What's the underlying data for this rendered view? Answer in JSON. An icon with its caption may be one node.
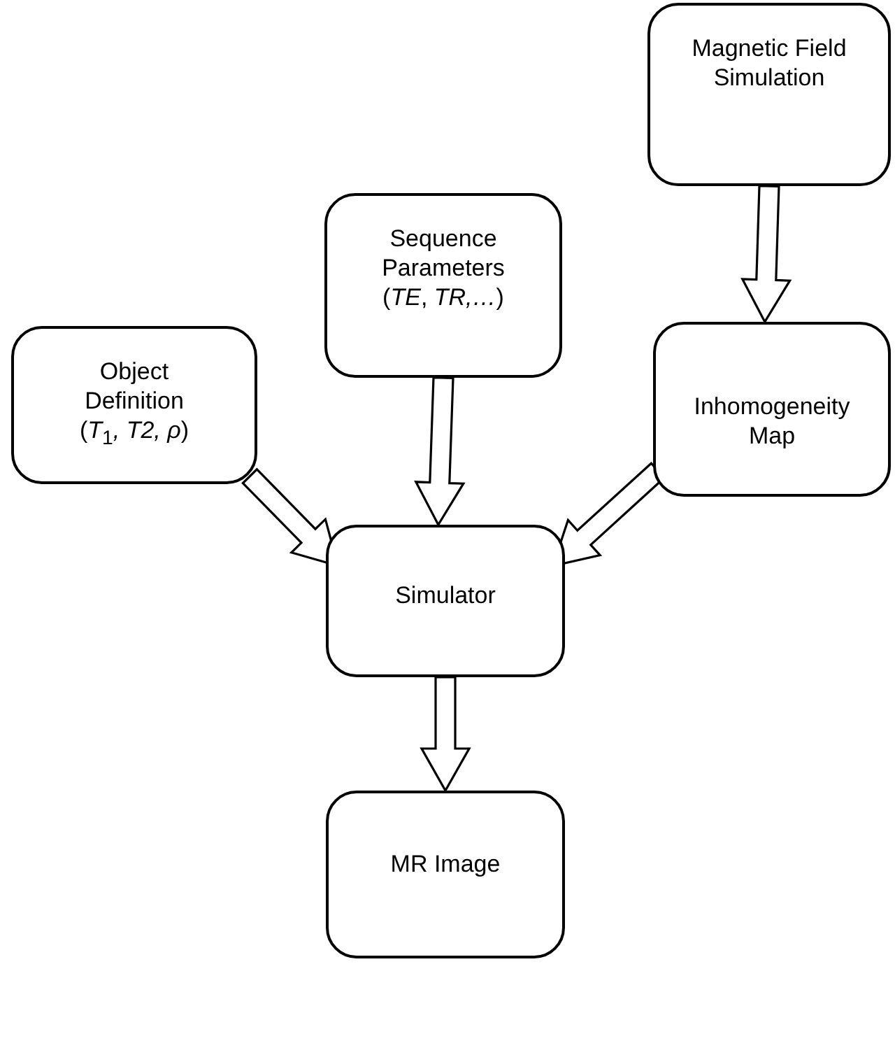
{
  "diagram": {
    "nodes": [
      {
        "text": [
          "Magnetic Field Simulation"
        ]
      },
      {
        "text": [
          "Sequence Parameters (*TE*, *TR,…*)"
        ]
      },
      {
        "text": [
          "Object Definition (*T*$_{1}$*, T2, ρ*)"
        ]
      },
      {
        "text": [
          "Inhomogeneity Map"
        ]
      },
      {
        "text": [
          "Simulator"
        ]
      },
      {
        "text": [
          "MR Image"
        ]
      }
    ],
    "edges": [
      {
        "from": 0,
        "to": 3,
        "arrow": "to"
      },
      {
        "from": 2,
        "to": 4,
        "arrow": "to"
      },
      {
        "from": 1,
        "to": 4,
        "arrow": "to"
      },
      {
        "from": 3,
        "to": 4,
        "arrow": "to"
      },
      {
        "from": 4,
        "to": 5,
        "arrow": "to"
      }
    ]
  }
}
